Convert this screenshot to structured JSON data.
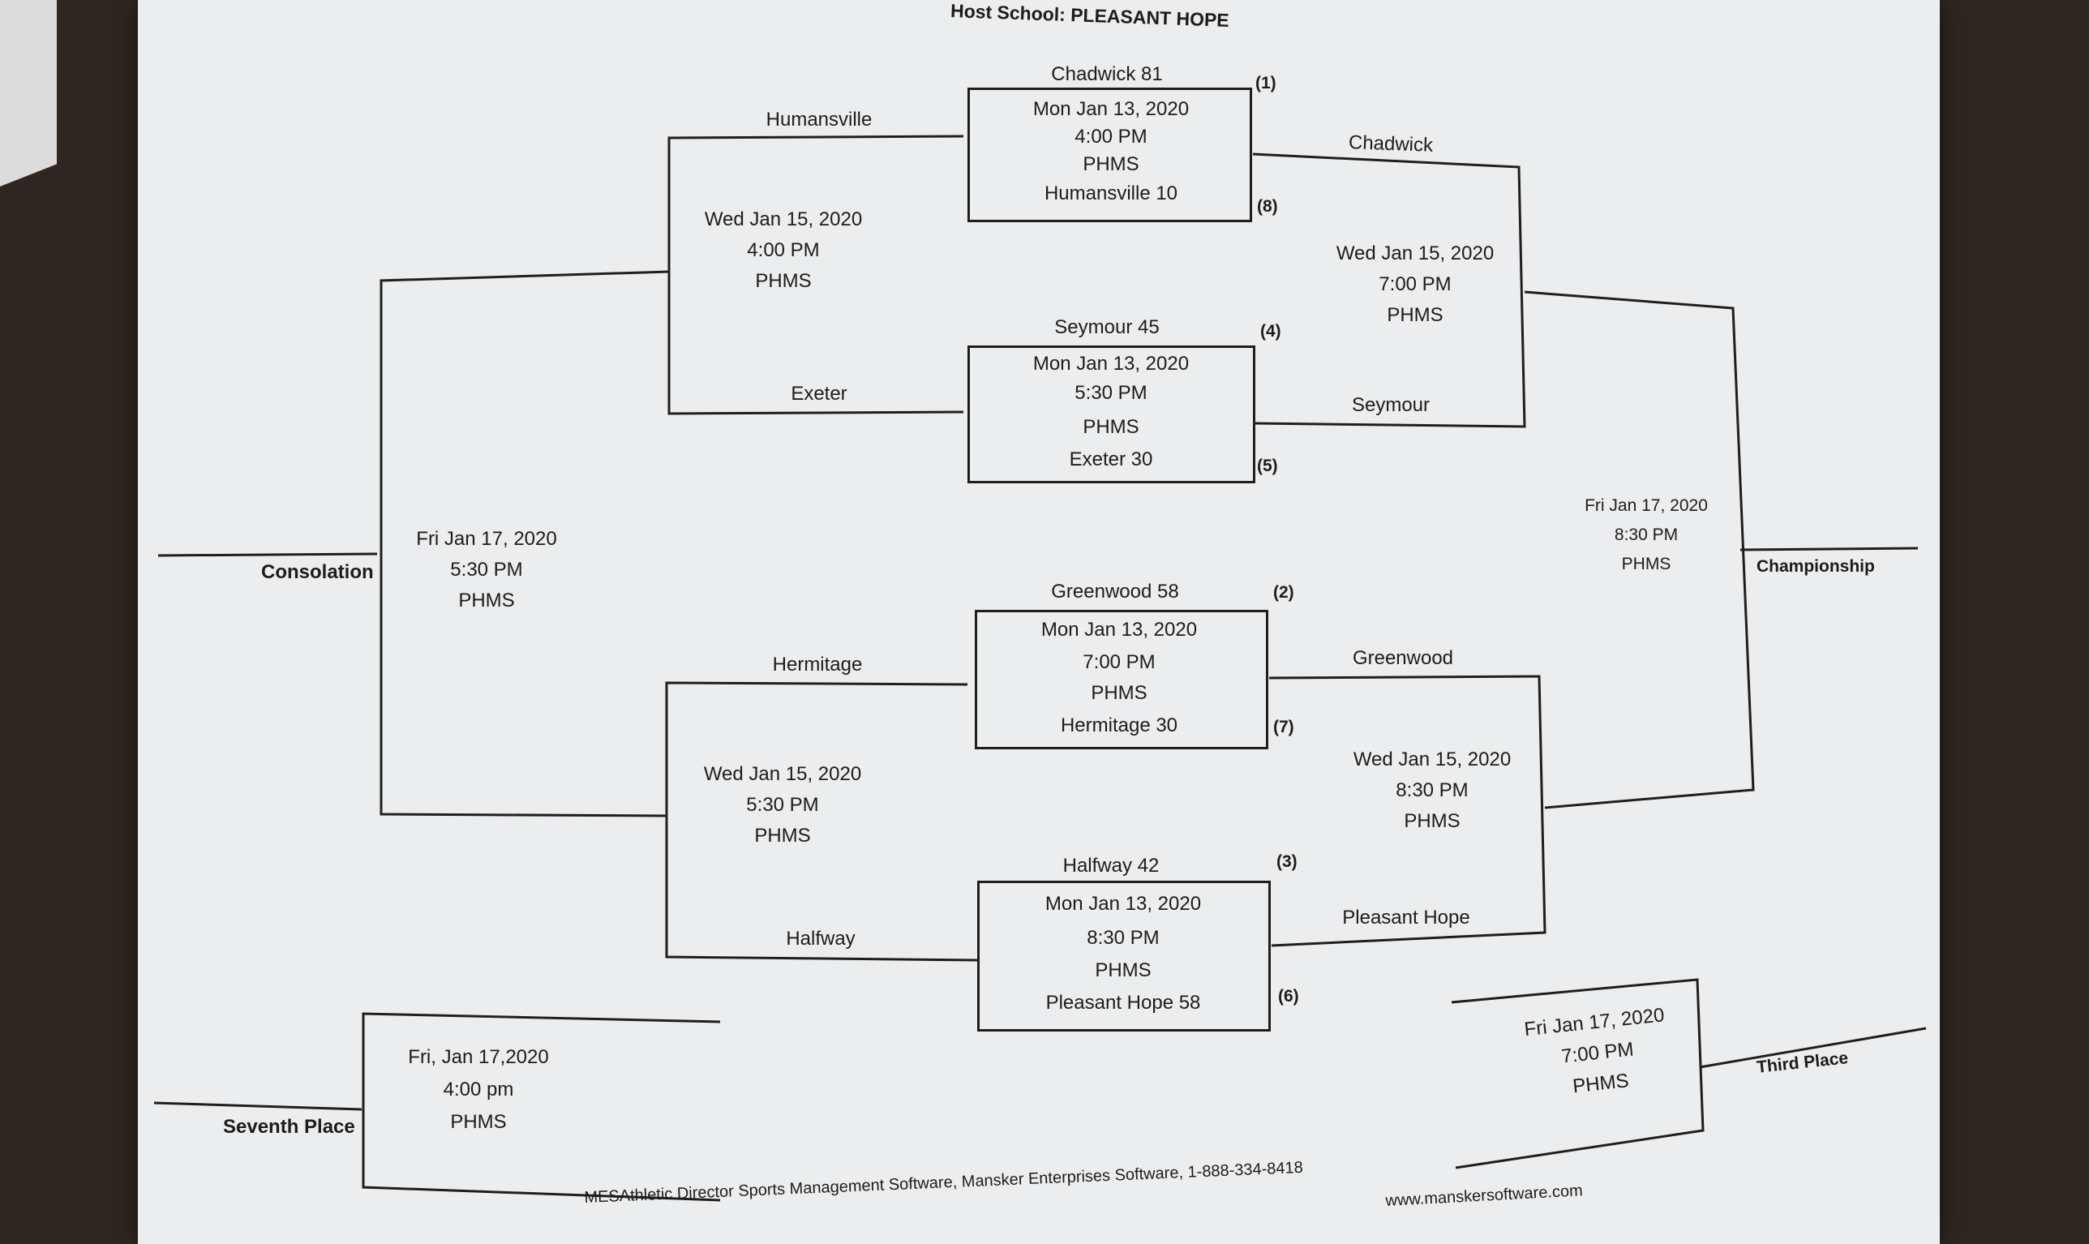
{
  "host": "Host School:  PLEASANT HOPE",
  "round1": [
    {
      "top": "Chadwick  81",
      "top_seed": "(1)",
      "date": "Mon Jan 13, 2020",
      "time": "4:00 PM",
      "site": "PHMS",
      "bottom": "Humansville  10",
      "bottom_seed": "(8)"
    },
    {
      "top": "Seymour    45",
      "top_seed": "(4)",
      "date": "Mon Jan 13, 2020",
      "time": "5:30 PM",
      "site": "PHMS",
      "bottom": "Exeter    30",
      "bottom_seed": "(5)"
    },
    {
      "top": "Greenwood   58",
      "top_seed": "(2)",
      "date": "Mon Jan 13, 2020",
      "time": "7:00 PM",
      "site": "PHMS",
      "bottom": "Hermitage  30",
      "bottom_seed": "(7)"
    },
    {
      "top": "Halfway    42",
      "top_seed": "(3)",
      "date": "Mon Jan 13, 2020",
      "time": "8:30 PM",
      "site": "PHMS",
      "bottom": "Pleasant Hope  58",
      "bottom_seed": "(6)"
    }
  ],
  "left_semis": [
    {
      "top": "Humansville",
      "date": "Wed Jan 15, 2020",
      "time": "4:00 PM",
      "site": "PHMS",
      "bottom": "Exeter"
    },
    {
      "top": "Hermitage",
      "date": "Wed Jan 15, 2020",
      "time": "5:30 PM",
      "site": "PHMS",
      "bottom": "Halfway"
    }
  ],
  "right_semis": [
    {
      "top": "Chadwick",
      "date": "Wed Jan 15, 2020",
      "time": "7:00 PM",
      "site": "PHMS",
      "bottom": "Seymour"
    },
    {
      "top": "Greenwood",
      "date": "Wed Jan 15, 2020",
      "time": "8:30 PM",
      "site": "PHMS",
      "bottom": "Pleasant Hope"
    }
  ],
  "consolation": {
    "label": "Consolation",
    "date": "Fri Jan 17, 2020",
    "time": "5:30 PM",
    "site": "PHMS"
  },
  "championship": {
    "label": "Championship",
    "date": "Fri Jan 17, 2020",
    "time": "8:30 PM",
    "site": "PHMS"
  },
  "seventh": {
    "label": "Seventh Place",
    "date": "Fri, Jan 17,2020",
    "time": "4:00 pm",
    "site": "PHMS"
  },
  "third": {
    "label": "Third Place",
    "date": "Fri Jan 17, 2020",
    "time": "7:00 PM",
    "site": "PHMS"
  },
  "footer": "MESAthletic Director Sports Management Software, Mansker Enterprises Software, 1-888-334-8418",
  "url": "www.manskersoftware.com",
  "colors": {
    "paper": "#ecedee",
    "ink": "#1c1c1c",
    "background": "#2e2622"
  }
}
